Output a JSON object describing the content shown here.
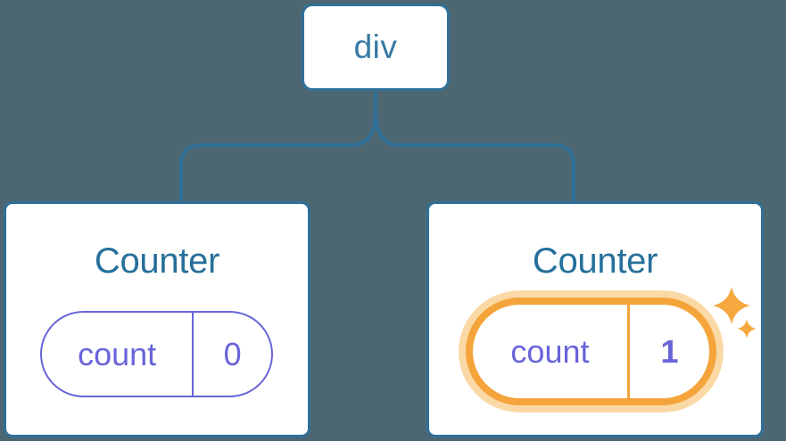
{
  "diagram": {
    "root": {
      "label": "div"
    },
    "children": [
      {
        "title": "Counter",
        "state_label": "count",
        "state_value": "0",
        "highlighted": false
      },
      {
        "title": "Counter",
        "state_label": "count",
        "state_value": "1",
        "highlighted": true
      }
    ]
  },
  "colors": {
    "background": "#4c6772",
    "node_border": "#2f7099",
    "root_label_text": "#3679a6",
    "card_title_text": "#266f9b",
    "state_pill_purple": "#6864d9",
    "highlight_orange": "#f4a43b",
    "highlight_glow": "#fbd9a6",
    "sparkle_orange": "#f5a83e",
    "card_background": "#ffffff"
  }
}
